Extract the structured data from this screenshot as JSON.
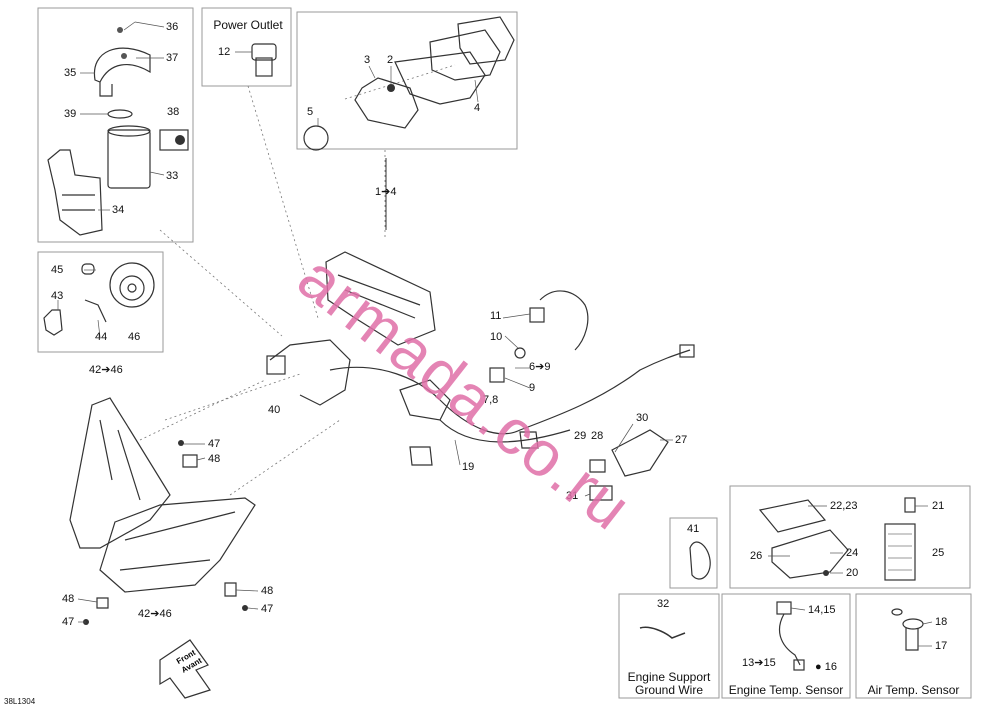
{
  "boxes": {
    "power_outlet_title": "Power Outlet",
    "ground_wire_title": "Engine Support\nGround Wire",
    "engine_temp_title": "Engine Temp. Sensor",
    "air_temp_title": "Air Temp. Sensor"
  },
  "labels": {
    "l36": "36",
    "l37": "37",
    "l35": "35",
    "l38": "38",
    "l39": "39",
    "l33": "33",
    "l34": "34",
    "l12": "12",
    "l3": "3",
    "l2": "2",
    "l5": "5",
    "l4": "4",
    "l1_4": "1➔4",
    "l45": "45",
    "l43": "43",
    "l44": "44",
    "l46": "46",
    "l42_46a": "42➔46",
    "l40": "40",
    "l11": "11",
    "l10": "10",
    "l6_9": "6➔9",
    "l9": "9",
    "l7_8": "7,8",
    "l30": "30",
    "l29": "29",
    "l28": "28",
    "l27": "27",
    "l19": "19",
    "l31": "31",
    "l47a": "47",
    "l48a": "48",
    "l48b": "48",
    "l47b": "47",
    "l48c": "48",
    "l47c": "47",
    "l42_46b": "42➔46",
    "l41": "41",
    "l22_23": "22,23",
    "l21": "21",
    "l26": "26",
    "l24": "24",
    "l25": "25",
    "l20": "20",
    "l32": "32",
    "l14_15": "14,15",
    "l13_15": "13➔15",
    "l16": "16",
    "l18": "18",
    "l17": "17"
  },
  "front_label": "Front\nAvant",
  "watermark": "armada.co.ru",
  "drawing_code": "38L1304"
}
